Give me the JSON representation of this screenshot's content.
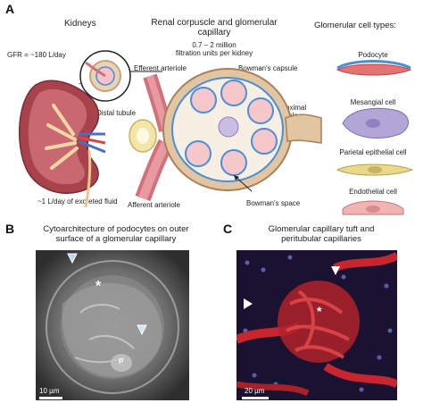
{
  "panel_a": {
    "letter": "A",
    "kidneys_title": "Kidneys",
    "gfr_label": "GFR = ~180 L/day",
    "excreted_label": "~1 L/day of excreted fluid",
    "renal_title_line1": "Renal corpuscle and glomerular",
    "renal_title_line2": "capillary",
    "units_line1": "0.7 – 2 million",
    "units_line2": "filtration units per kidney",
    "labels": {
      "efferent": "Efferent arteriole",
      "bowmans_capsule": "Bowman's capsule",
      "distal": "Distal tubule",
      "proximal_line1": "Proximal",
      "proximal_line2": "tubule",
      "afferent": "Afferent arteriole",
      "bowmans_space": "Bowman's space"
    },
    "cell_types_title": "Glomerular cell types:",
    "cells": [
      "Podocyte",
      "Mesangial cell",
      "Parietal epithelial cell",
      "Endothelial cell"
    ],
    "colors": {
      "podocyte": "#4a8fd6",
      "mesangial": "#b3a6d6",
      "parietal": "#e9d98a",
      "endothelial": "#f2b3b3",
      "capsule": "#c9a27a",
      "capillary": "#f6c8cc",
      "artery": "#d4707a"
    }
  },
  "panel_b": {
    "letter": "B",
    "title_line1": "Cytoarchitecture of podocytes on outer",
    "title_line2": "surface of a glomerular capillary",
    "scale": "10 µm",
    "marker_p": "P",
    "marker_star": "*"
  },
  "panel_c": {
    "letter": "C",
    "title_line1": "Glomerular capillary tuft and",
    "title_line2": "peritubular capillaries",
    "scale": "20 µm",
    "marker_star": "*"
  }
}
